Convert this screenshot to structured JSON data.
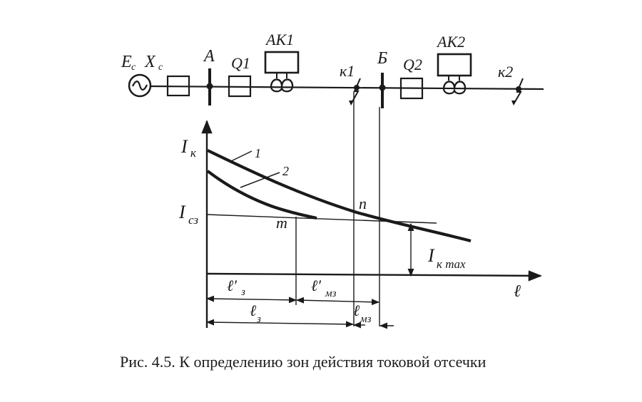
{
  "diagram": {
    "source_label": "E",
    "source_label_sub": "c",
    "reactance_label": "X",
    "reactance_label_sub": "c",
    "bus_a_label": "A",
    "breaker1_label": "Q1",
    "relay1_label": "AK1",
    "fault1_label": "к1",
    "bus_b_label": "Б",
    "breaker2_label": "Q2",
    "relay2_label": "AK2",
    "fault2_label": "к2",
    "y_axis_label": "I",
    "y_axis_label_sub": "к",
    "x_axis_label": "ℓ",
    "setting_label": "I",
    "setting_label_sub": "сз",
    "curve1_label": "1",
    "curve2_label": "2",
    "point_m_label": "m",
    "point_n_label": "n",
    "ikmax_label": "I",
    "ikmax_label_sub": "к max",
    "zone_prime_label": "ℓ′",
    "zone_prime_sub": "з",
    "dead_zone_prime_label": "ℓ′",
    "dead_zone_prime_sub": "мз",
    "zone_label": "ℓ",
    "zone_sub": "з",
    "dead_zone_label": "ℓ",
    "dead_zone_sub": "мз"
  },
  "caption": "Рис. 4.5. К определению зон действия токовой отсечки"
}
